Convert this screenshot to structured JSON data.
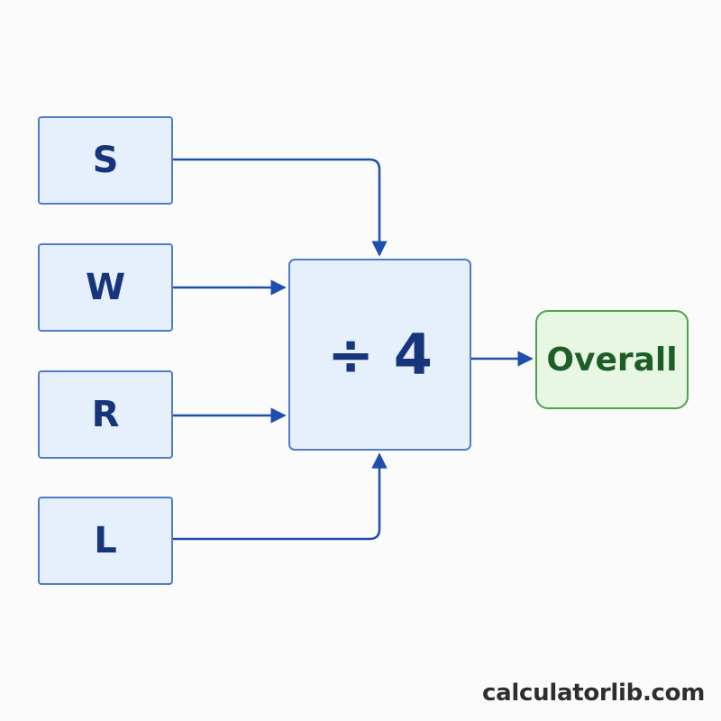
{
  "diagram": {
    "inputs": [
      {
        "label": "S"
      },
      {
        "label": "W"
      },
      {
        "label": "R"
      },
      {
        "label": "L"
      }
    ],
    "operation": {
      "label": "÷ 4"
    },
    "output": {
      "label": "Overall"
    }
  },
  "watermark": {
    "text": "calculatorlib.com"
  },
  "colors": {
    "box_fill": "#e6f0fc",
    "box_border": "#4f7cc9",
    "box_text": "#17357a",
    "arrow": "#1f4fae",
    "output_fill": "#e8f6e4",
    "output_border": "#4fa24a",
    "output_text": "#1c5e26"
  }
}
